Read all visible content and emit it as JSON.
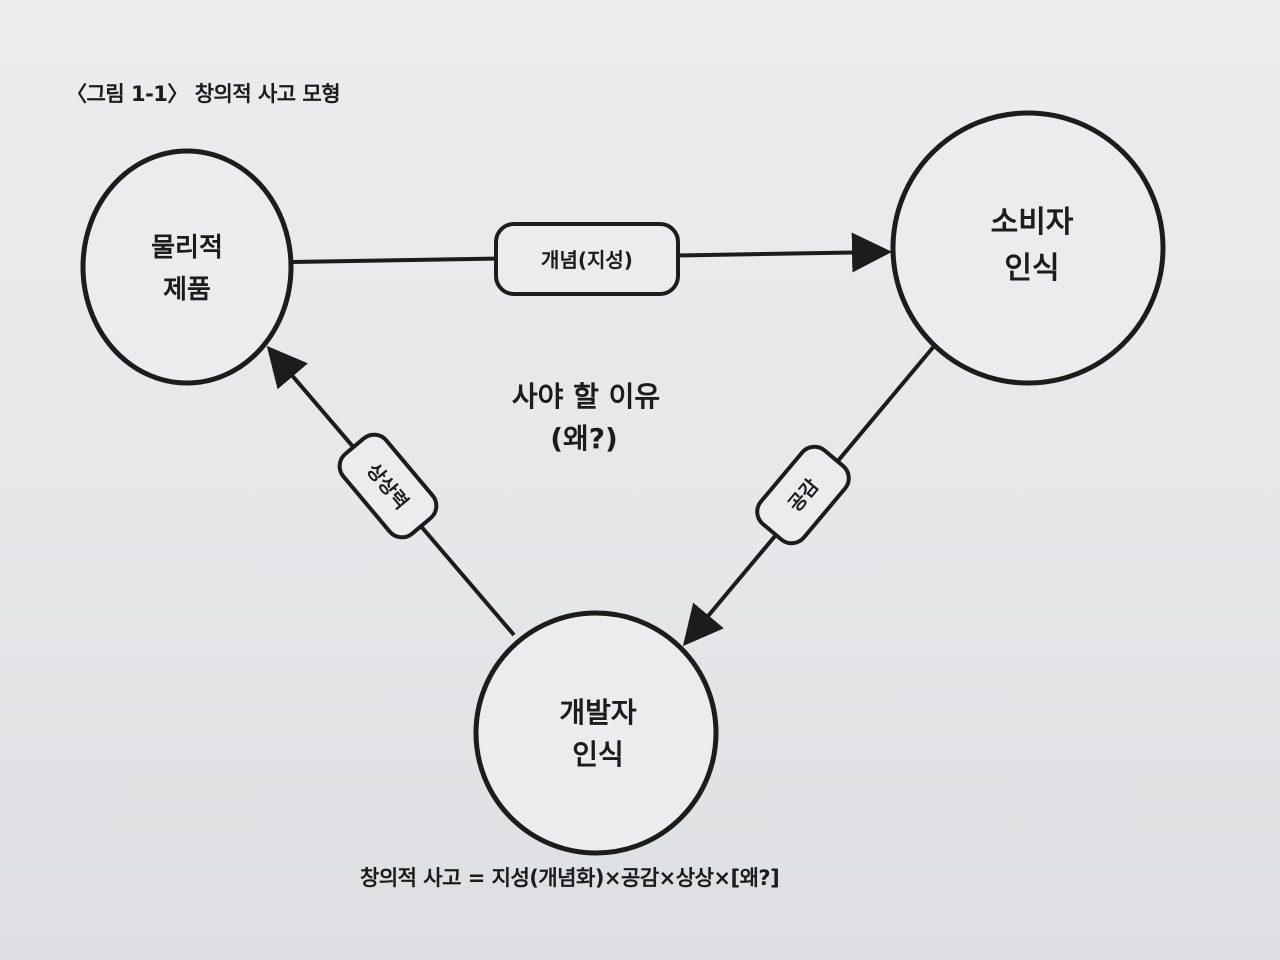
{
  "figure": {
    "caption": "〈그림 1-1〉 창의적 사고 모형",
    "formula": "창의적 사고 = 지성(개념화)×공감×상상×[왜?]"
  },
  "nodes": {
    "physical_product": {
      "line1": "물리적",
      "line2": "제품"
    },
    "consumer_perception": {
      "line1": "소비자",
      "line2": "인식"
    },
    "developer_perception": {
      "line1": "개발자",
      "line2": "인식"
    }
  },
  "edges": {
    "concept": "개념(지성)",
    "empathy": "공감",
    "imagination": "상상력"
  },
  "center": {
    "line1": "사야 할 이유",
    "line2": "(왜?)"
  },
  "colors": {
    "ink": "#1c1c1c",
    "paper": "#e9e9eb"
  }
}
